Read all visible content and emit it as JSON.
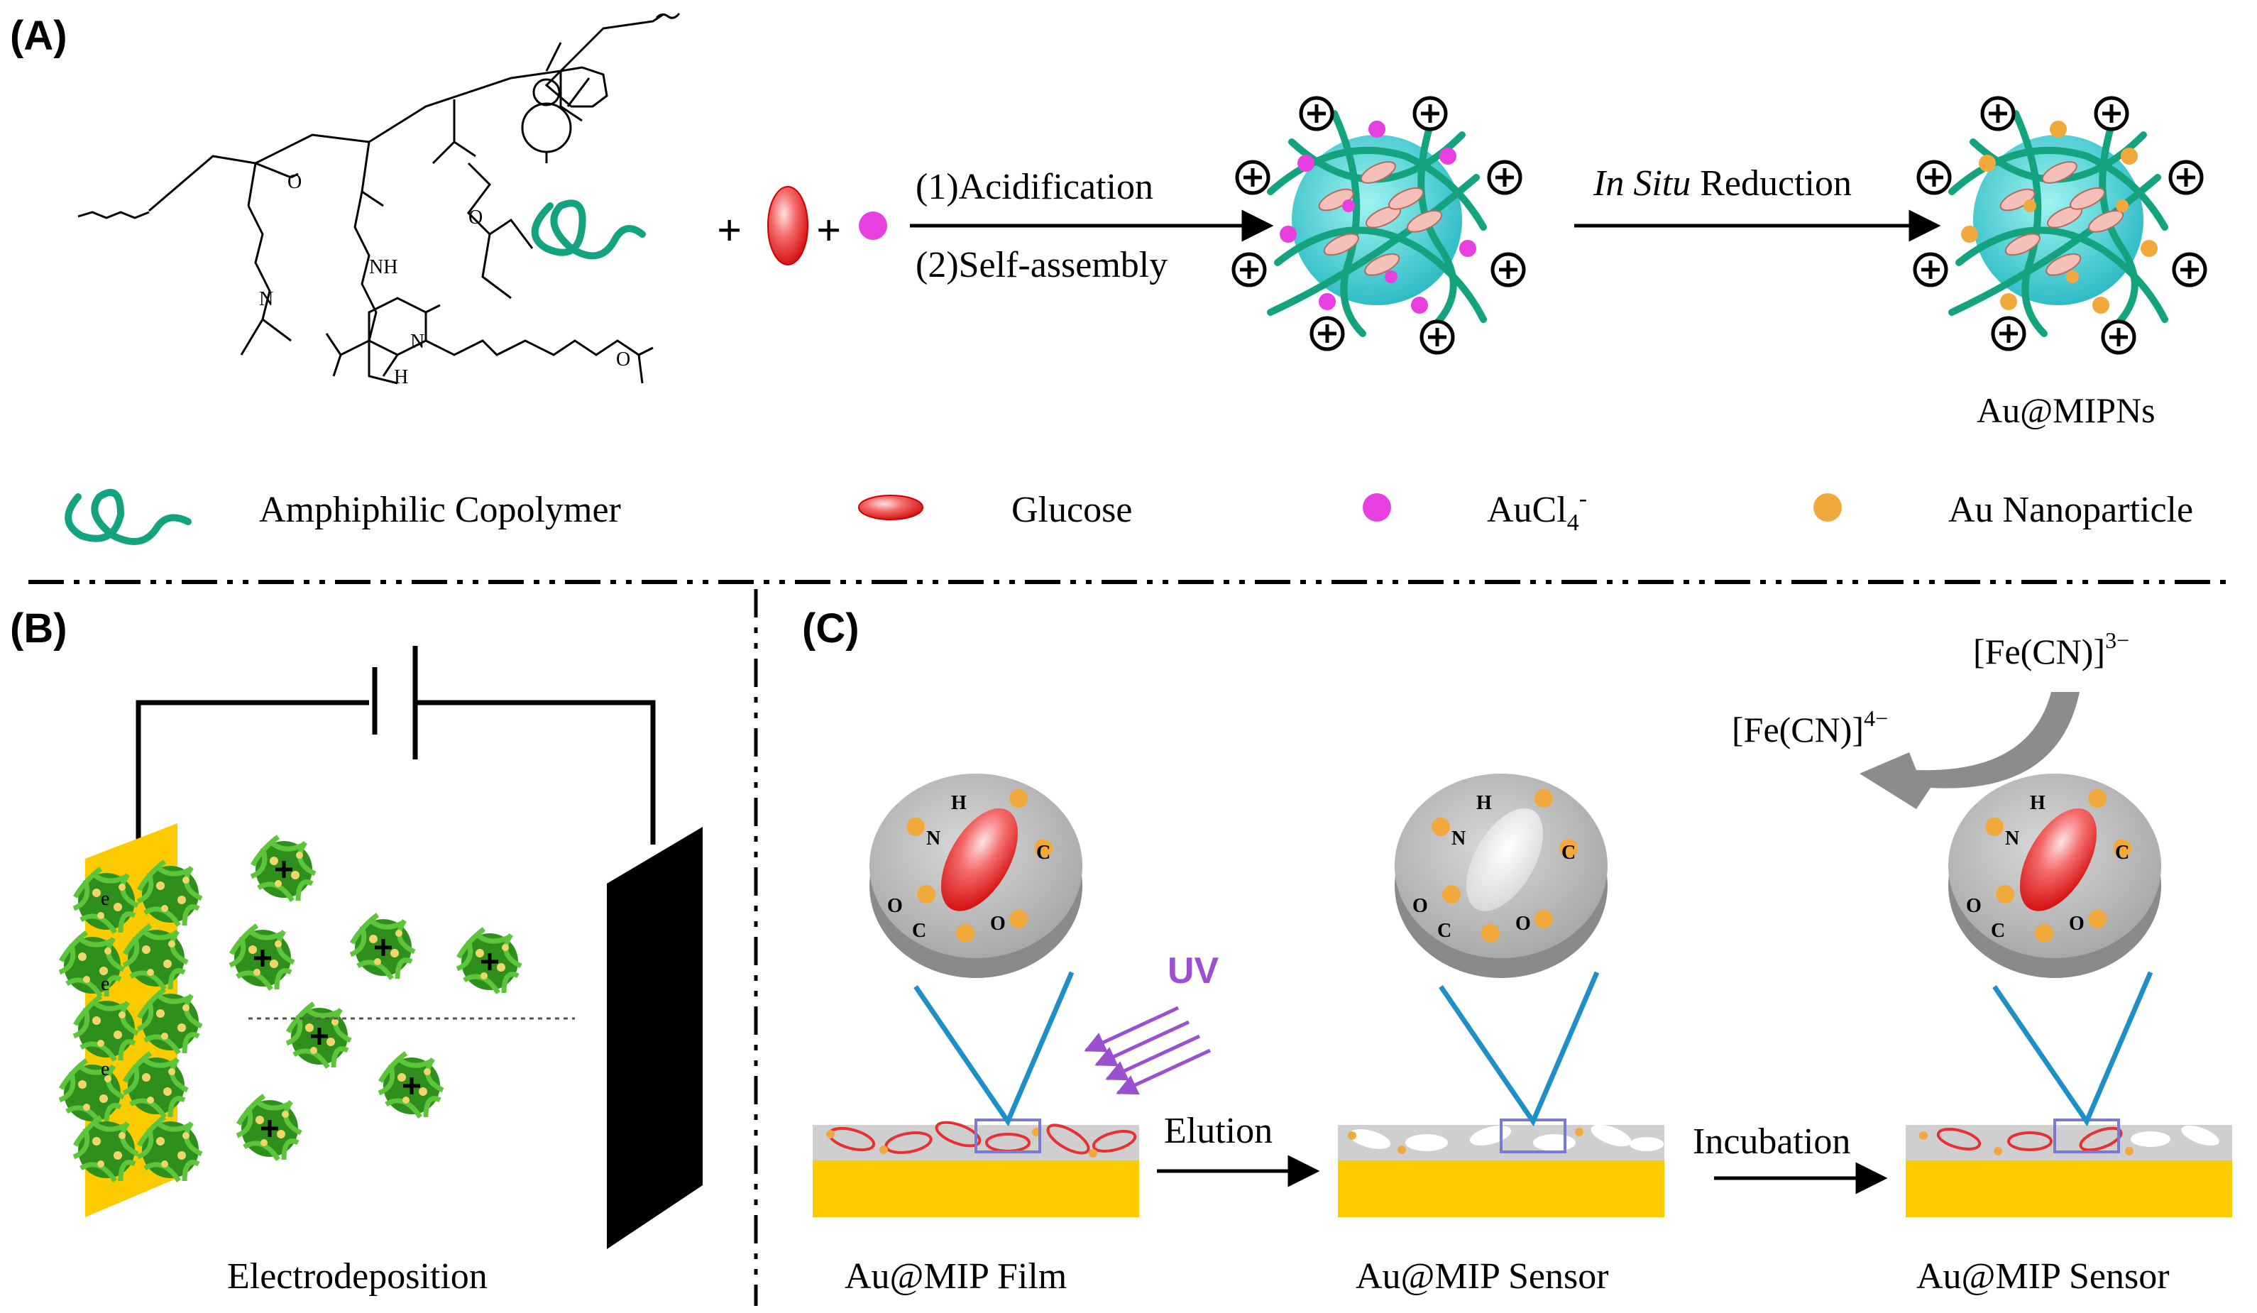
{
  "panels": {
    "a": {
      "label": "(A)",
      "step1_line1": "(1)Acidification",
      "step1_line2": "(2)Self-assembly",
      "step2_italic": "In Situ",
      "step2_rest": " Reduction",
      "product": "Au@MIPNs",
      "chem_labels": {
        "nh_top": "NH",
        "nh_bottom": "H",
        "n_atom": "N",
        "n_bottom": "N",
        "o": "O"
      }
    },
    "b": {
      "label": "(B)",
      "caption": "Electrodeposition",
      "electron": "e"
    },
    "c": {
      "label": "(C)",
      "uv": "UV",
      "elution": "Elution",
      "incubation": "Incubation",
      "ferri_base": "[Fe(CN)]",
      "ferri_sup": "3−",
      "ferro_base": "[Fe(CN)]",
      "ferro_sup": "4−",
      "caption1": "Au@MIP Film",
      "caption2": "Au@MIP Sensor",
      "caption3": "Au@MIP Sensor",
      "cavity_labels": {
        "h": "H",
        "n": "N",
        "o": "O",
        "c": "C"
      }
    }
  },
  "legend": {
    "copolymer": "Amphiphilic Copolymer",
    "glucose": "Glucose",
    "aucl4_base": "AuCl",
    "aucl4_sub": "4",
    "aucl4_sup": "-",
    "aunp": "Au Nanoparticle"
  },
  "colors": {
    "polymer": "#14a37f",
    "gold": "#f2a93b",
    "electrode_gold": "#fbcb00",
    "magenta": "#e83fe0",
    "sphere": "#36c8cc",
    "uv": "#9b4fd1",
    "linker": "#1f8fc8",
    "arrow_gray": "#8c8c8c"
  }
}
